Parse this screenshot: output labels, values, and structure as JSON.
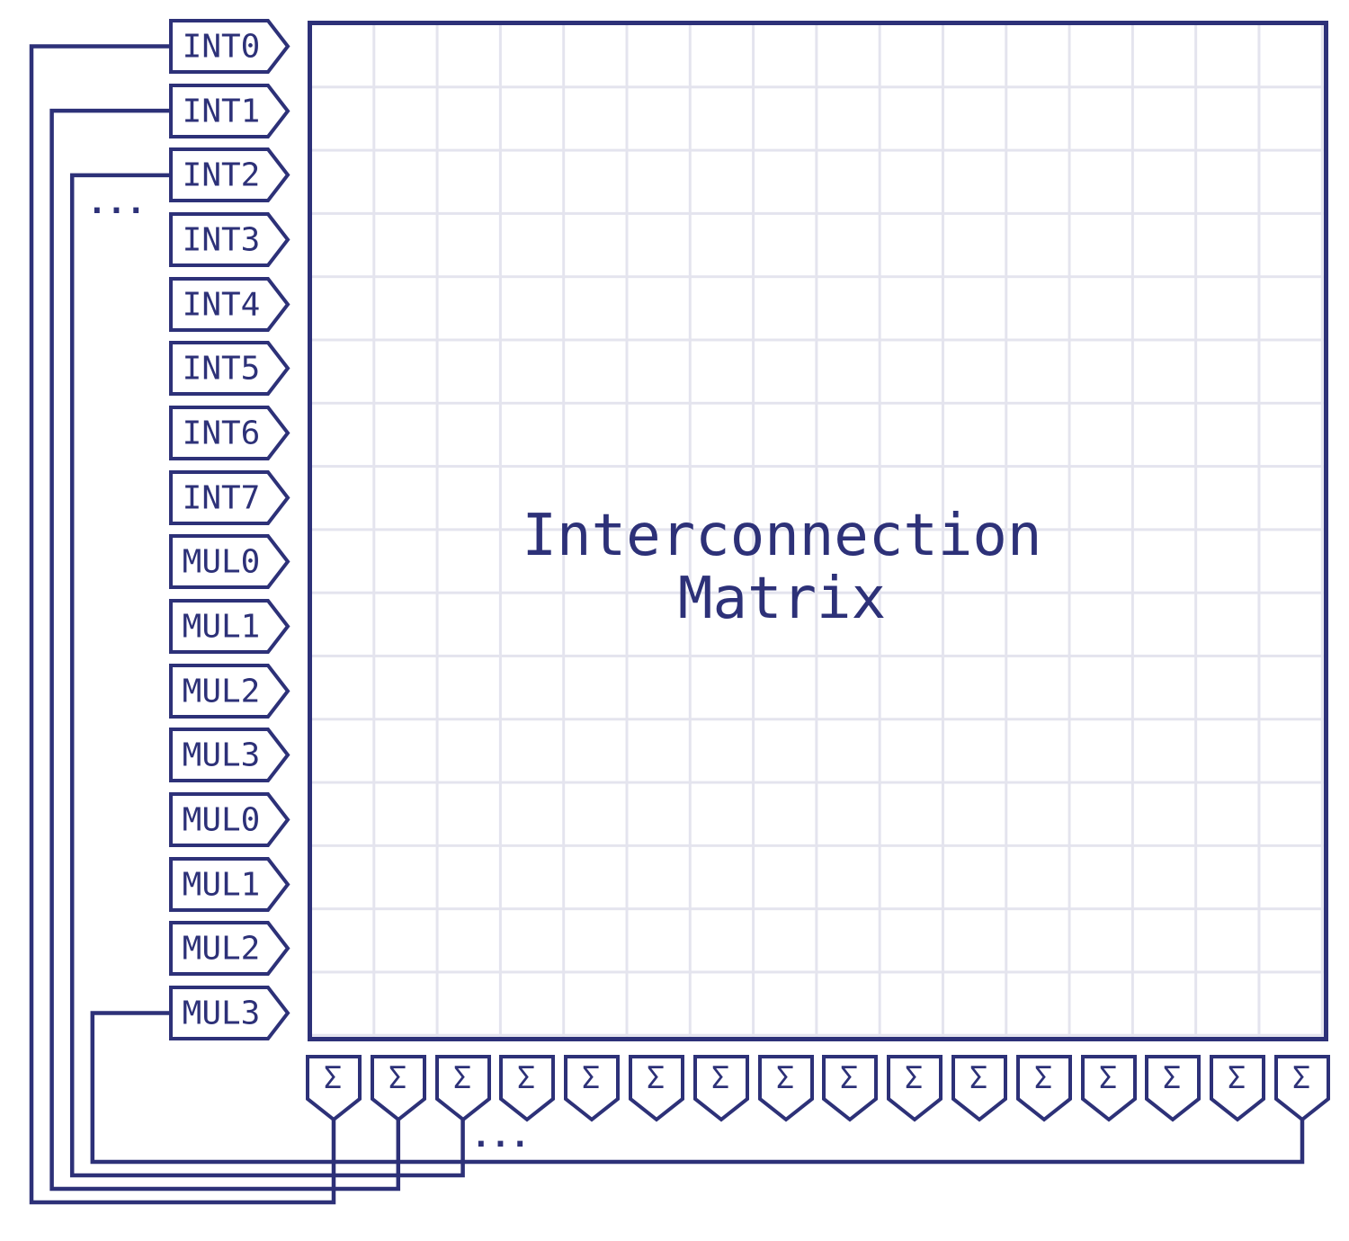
{
  "diagram": {
    "title_line1": "Interconnection",
    "title_line2": "Matrix"
  },
  "inputs": [
    {
      "label": "INT0"
    },
    {
      "label": "INT1"
    },
    {
      "label": "INT2"
    },
    {
      "label": "INT3"
    },
    {
      "label": "INT4"
    },
    {
      "label": "INT5"
    },
    {
      "label": "INT6"
    },
    {
      "label": "INT7"
    },
    {
      "label": "MUL0"
    },
    {
      "label": "MUL1"
    },
    {
      "label": "MUL2"
    },
    {
      "label": "MUL3"
    },
    {
      "label": "MUL0"
    },
    {
      "label": "MUL1"
    },
    {
      "label": "MUL2"
    },
    {
      "label": "MUL3"
    }
  ],
  "outputs": [
    {
      "label": "Σ"
    },
    {
      "label": "Σ"
    },
    {
      "label": "Σ"
    },
    {
      "label": "Σ"
    },
    {
      "label": "Σ"
    },
    {
      "label": "Σ"
    },
    {
      "label": "Σ"
    },
    {
      "label": "Σ"
    },
    {
      "label": "Σ"
    },
    {
      "label": "Σ"
    },
    {
      "label": "Σ"
    },
    {
      "label": "Σ"
    },
    {
      "label": "Σ"
    },
    {
      "label": "Σ"
    },
    {
      "label": "Σ"
    },
    {
      "label": "Σ"
    }
  ],
  "feedback_connections": [
    {
      "output_index": 0,
      "input_index": 0
    },
    {
      "output_index": 1,
      "input_index": 1
    },
    {
      "output_index": 2,
      "input_index": 2
    },
    {
      "output_index": 15,
      "input_index": 15
    }
  ],
  "ellipsis": {
    "inputs": "...",
    "outputs": "..."
  },
  "colors": {
    "line": "#2d3178",
    "grid": "#e4e4ee",
    "background": "#ffffff"
  }
}
